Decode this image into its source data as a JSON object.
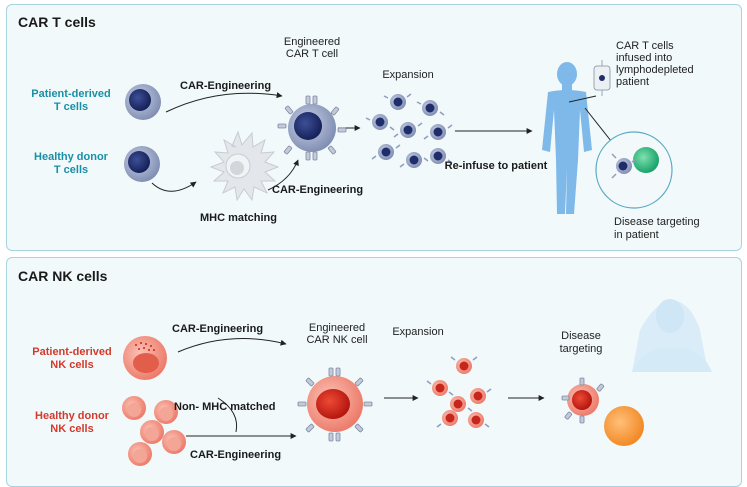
{
  "car_t": {
    "title": "CAR T cells",
    "patient_label_1": "Patient-derived",
    "patient_label_2": "T cells",
    "donor_label_1": "Healthy donor",
    "donor_label_2": "T cells",
    "car_engineering_top": "CAR-Engineering",
    "car_engineering_bottom": "CAR-Engineering",
    "mhc_matching": "MHC matching",
    "engineered_1": "Engineered",
    "engineered_2": "CAR T cell",
    "expansion": "Expansion",
    "reinfuse": "Re-infuse to patient",
    "infused_1": "CAR T cells",
    "infused_2": "infused into",
    "infused_3": "lymphodepleted",
    "infused_4": "patient",
    "targeting_1": "Disease targeting",
    "targeting_2": "in patient"
  },
  "car_nk": {
    "title": "CAR NK cells",
    "patient_label_1": "Patient-derived",
    "patient_label_2": "NK cells",
    "donor_label_1": "Healthy donor",
    "donor_label_2": "NK cells",
    "car_engineering_top": "CAR-Engineering",
    "non_mhc": "Non- MHC matched",
    "car_engineering_bottom": "CAR-Engineering",
    "engineered_1": "Engineered",
    "engineered_2": "CAR NK cell",
    "expansion": "Expansion",
    "targeting_1": "Disease",
    "targeting_2": "targeting"
  },
  "colors": {
    "panel_border": "#a9d3de",
    "panel_bg": "#f1f9fb",
    "t_cell_label": "#1a8fa8",
    "nk_cell_label": "#d33a2c",
    "t_cell_body": "#8f9dbf",
    "t_cell_nucleus": "#1f2d6b",
    "nk_cell_body": "#f08a7c",
    "nk_cell_nucleus": "#c7261c",
    "human_body": "#7fb9ea"
  }
}
